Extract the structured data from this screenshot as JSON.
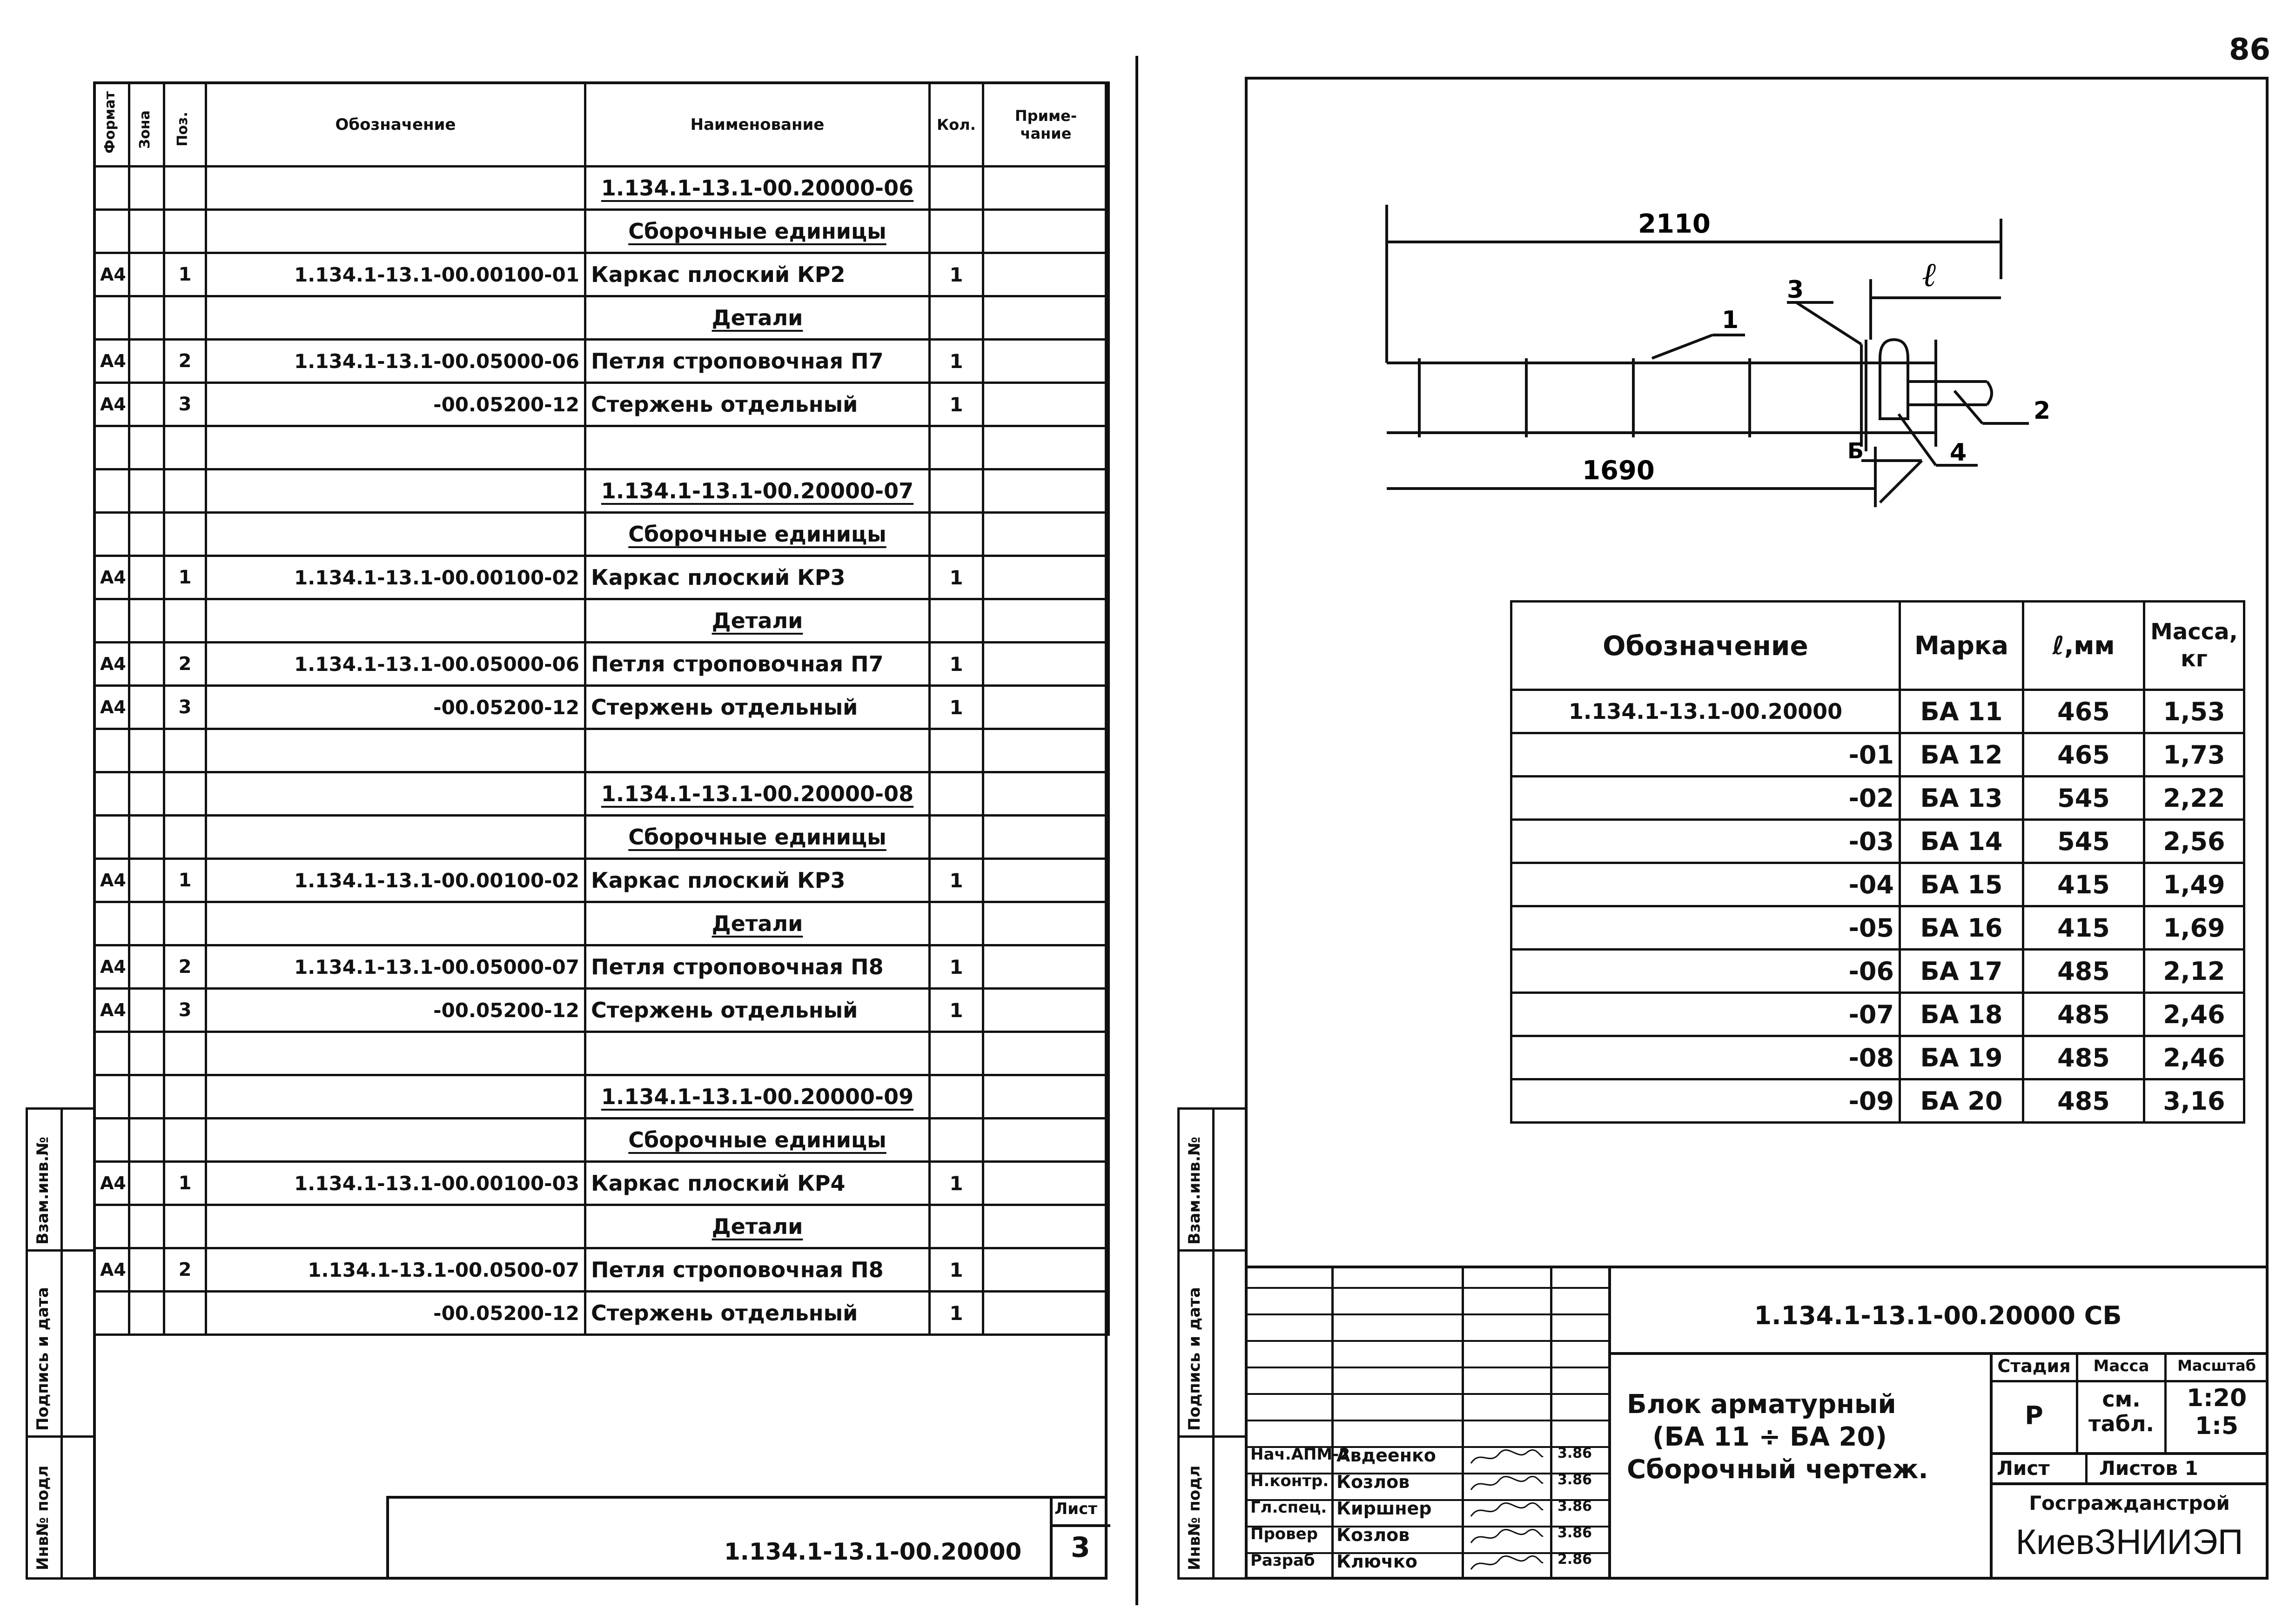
{
  "page_number": "86",
  "spec_sheet": {
    "headers": {
      "format": "Формат",
      "zone": "Зона",
      "pos": "Поз.",
      "designation": "Обозначение",
      "name": "Наименование",
      "qty": "Кол.",
      "note": "Приме-\nчание"
    },
    "rows": [
      {
        "format": "",
        "pos": "",
        "designation": "",
        "name": "1.134.1-13.1-00.20000-06",
        "qty": "",
        "kind": "heading"
      },
      {
        "format": "",
        "pos": "",
        "designation": "",
        "name": "Сборочные единицы",
        "qty": "",
        "kind": "section"
      },
      {
        "format": "А4",
        "pos": "1",
        "designation": "1.134.1-13.1-00.00100-01",
        "name": "Каркас плоский КР2",
        "qty": "1",
        "kind": "item"
      },
      {
        "format": "",
        "pos": "",
        "designation": "",
        "name": "Детали",
        "qty": "",
        "kind": "section"
      },
      {
        "format": "А4",
        "pos": "2",
        "designation": "1.134.1-13.1-00.05000-06",
        "name": "Петля строповочная П7",
        "qty": "1",
        "kind": "item"
      },
      {
        "format": "А4",
        "pos": "3",
        "designation": "-00.05200-12",
        "name": "Стержень отдельный",
        "qty": "1",
        "kind": "item"
      },
      {
        "format": "",
        "pos": "",
        "designation": "",
        "name": "",
        "qty": "",
        "kind": "blank"
      },
      {
        "format": "",
        "pos": "",
        "designation": "",
        "name": "1.134.1-13.1-00.20000-07",
        "qty": "",
        "kind": "heading"
      },
      {
        "format": "",
        "pos": "",
        "designation": "",
        "name": "Сборочные единицы",
        "qty": "",
        "kind": "section"
      },
      {
        "format": "А4",
        "pos": "1",
        "designation": "1.134.1-13.1-00.00100-02",
        "name": "Каркас плоский КР3",
        "qty": "1",
        "kind": "item"
      },
      {
        "format": "",
        "pos": "",
        "designation": "",
        "name": "Детали",
        "qty": "",
        "kind": "section"
      },
      {
        "format": "А4",
        "pos": "2",
        "designation": "1.134.1-13.1-00.05000-06",
        "name": "Петля строповочная П7",
        "qty": "1",
        "kind": "item"
      },
      {
        "format": "А4",
        "pos": "3",
        "designation": "-00.05200-12",
        "name": "Стержень отдельный",
        "qty": "1",
        "kind": "item"
      },
      {
        "format": "",
        "pos": "",
        "designation": "",
        "name": "",
        "qty": "",
        "kind": "blank"
      },
      {
        "format": "",
        "pos": "",
        "designation": "",
        "name": "1.134.1-13.1-00.20000-08",
        "qty": "",
        "kind": "heading"
      },
      {
        "format": "",
        "pos": "",
        "designation": "",
        "name": "Сборочные единицы",
        "qty": "",
        "kind": "section"
      },
      {
        "format": "А4",
        "pos": "1",
        "designation": "1.134.1-13.1-00.00100-02",
        "name": "Каркас плоский КР3",
        "qty": "1",
        "kind": "item"
      },
      {
        "format": "",
        "pos": "",
        "designation": "",
        "name": "Детали",
        "qty": "",
        "kind": "section"
      },
      {
        "format": "А4",
        "pos": "2",
        "designation": "1.134.1-13.1-00.05000-07",
        "name": "Петля строповочная П8",
        "qty": "1",
        "kind": "item"
      },
      {
        "format": "А4",
        "pos": "3",
        "designation": "-00.05200-12",
        "name": "Стержень отдельный",
        "qty": "1",
        "kind": "item"
      },
      {
        "format": "",
        "pos": "",
        "designation": "",
        "name": "",
        "qty": "",
        "kind": "blank"
      },
      {
        "format": "",
        "pos": "",
        "designation": "",
        "name": "1.134.1-13.1-00.20000-09",
        "qty": "",
        "kind": "heading"
      },
      {
        "format": "",
        "pos": "",
        "designation": "",
        "name": "Сборочные единицы",
        "qty": "",
        "kind": "section"
      },
      {
        "format": "А4",
        "pos": "1",
        "designation": "1.134.1-13.1-00.00100-03",
        "name": "Каркас плоский КР4",
        "qty": "1",
        "kind": "item"
      },
      {
        "format": "",
        "pos": "",
        "designation": "",
        "name": "Детали",
        "qty": "",
        "kind": "section"
      },
      {
        "format": "А4",
        "pos": "2",
        "designation": "1.134.1-13.1-00.0500-07",
        "name": "Петля строповочная П8",
        "qty": "1",
        "kind": "item"
      },
      {
        "format": "",
        "pos": "",
        "designation": "-00.05200-12",
        "name": "Стержень отдельный",
        "qty": "1",
        "kind": "item"
      }
    ],
    "stamp": {
      "code": "1.134.1-13.1-00.20000",
      "sheet_label": "Лист",
      "sheet_number": "3"
    }
  },
  "side_labels": {
    "left": [
      "Инв№ подл",
      "Подпись и дата",
      "Взам.инв.№"
    ],
    "right": [
      "Инв№ подл",
      "Подпись и дата",
      "Взам.инв.№"
    ]
  },
  "drawing": {
    "dim_total": "2110",
    "dim_l": "ℓ",
    "dim_inner": "1690",
    "callouts": [
      "1",
      "2",
      "3",
      "4"
    ],
    "section_mark": "Б"
  },
  "mark_table": {
    "headers": {
      "designation": "Обозначение",
      "mark": "Марка",
      "l": "ℓ,мм",
      "mass": "Масса,\nкг"
    },
    "rows": [
      {
        "designation": "1.134.1-13.1-00.20000",
        "mark": "БА 11",
        "l": "465",
        "mass": "1,53"
      },
      {
        "designation": "-01",
        "mark": "БА 12",
        "l": "465",
        "mass": "1,73"
      },
      {
        "designation": "-02",
        "mark": "БА 13",
        "l": "545",
        "mass": "2,22"
      },
      {
        "designation": "-03",
        "mark": "БА 14",
        "l": "545",
        "mass": "2,56"
      },
      {
        "designation": "-04",
        "mark": "БА 15",
        "l": "415",
        "mass": "1,49"
      },
      {
        "designation": "-05",
        "mark": "БА 16",
        "l": "415",
        "mass": "1,69"
      },
      {
        "designation": "-06",
        "mark": "БА 17",
        "l": "485",
        "mass": "2,12"
      },
      {
        "designation": "-07",
        "mark": "БА 18",
        "l": "485",
        "mass": "2,46"
      },
      {
        "designation": "-08",
        "mark": "БА 19",
        "l": "485",
        "mass": "2,46"
      },
      {
        "designation": "-09",
        "mark": "БА 20",
        "l": "485",
        "mass": "3,16"
      }
    ]
  },
  "title_block": {
    "code": "1.134.1-13.1-00.20000 СБ",
    "title_lines": [
      "Блок арматурный",
      "(БА 11 ÷ БА 20)",
      "Сборочный чертеж."
    ],
    "stage_label": "Стадия",
    "mass_label": "Масса",
    "scale_label": "Масштаб",
    "stage": "Р",
    "mass_value": "см.\nтабл.",
    "scale_values": "1:20\n1:5",
    "sheet_label": "Лист",
    "sheets_label": "Листов 1",
    "org1": "Госгражданстрой",
    "org2": "КиевЗНИИЭП",
    "people": [
      {
        "role": "Нач.АПМ-2",
        "name": "Авдеенко",
        "date": "3.86"
      },
      {
        "role": "Н.контр.",
        "name": "Козлов",
        "date": "3.86"
      },
      {
        "role": "Гл.спец.",
        "name": "Киршнер",
        "date": "3.86"
      },
      {
        "role": "Провер",
        "name": "Козлов",
        "date": "3.86"
      },
      {
        "role": "Разраб",
        "name": "Ключко",
        "date": "2.86"
      }
    ]
  }
}
